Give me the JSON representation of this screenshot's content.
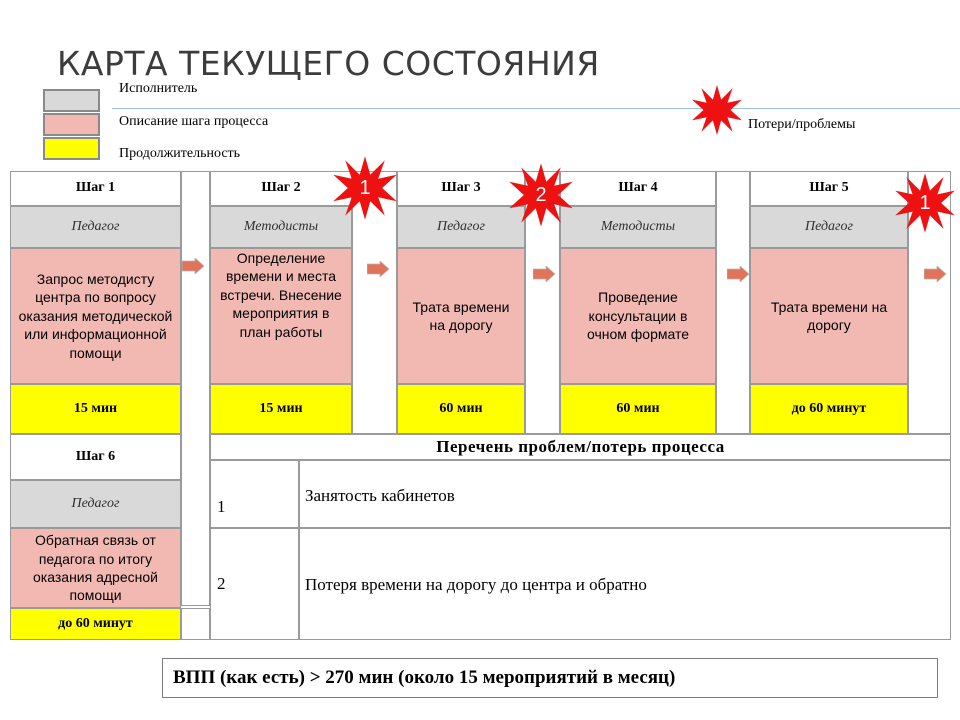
{
  "title": "КАРТА ТЕКУЩЕГО СОСТОЯНИЯ",
  "legend": {
    "performer": "Исполнитель",
    "description": "Описание  шага  процесса",
    "duration": "Продолжительность",
    "losses": "Потери/проблемы"
  },
  "colors": {
    "performer": "#d9d9d9",
    "description": "#f2b9b3",
    "duration": "#ffff00",
    "arrow": "#e0735a",
    "burst": "#ee1111"
  },
  "steps": [
    {
      "header": "Шаг  1",
      "role": "Педагог",
      "description": "Запрос методисту центра  по вопросу оказания методической или информационной помощи",
      "duration": "15 мин"
    },
    {
      "header": "Шаг  2",
      "role": "Методисты",
      "description": "Определение времени и места встречи. Внесение мероприятия  в план  работы",
      "duration": "15 мин"
    },
    {
      "header": "Шаг  3",
      "role": "Педагог",
      "description": "Трата  времени на дорогу",
      "duration": "60 мин"
    },
    {
      "header": "Шаг  4",
      "role": "Методисты",
      "description": "Проведение консультации  в очном формате",
      "duration": "60 мин"
    },
    {
      "header": "Шаг  5",
      "role": "Педагог",
      "description": "Трата  времени  на дорогу",
      "duration": "до 60 минут"
    },
    {
      "header": "Шаг  6",
      "role": "Педагог",
      "description": "Обратная  связь от педагога по итогу оказания  адресной помощи",
      "duration": "до 60 минут"
    }
  ],
  "bursts": [
    "1",
    "2",
    "1"
  ],
  "issues": {
    "title": "Перечень  проблем/потерь  процесса",
    "rows": [
      {
        "num": "1",
        "text": "Занятость кабинетов"
      },
      {
        "num": "2",
        "text": "Потеря  времени  на дорогу  до  центра  и  обратно"
      }
    ]
  },
  "summary": "ВПП (как есть) > 270 мин  (около 15 мероприятий в месяц)"
}
